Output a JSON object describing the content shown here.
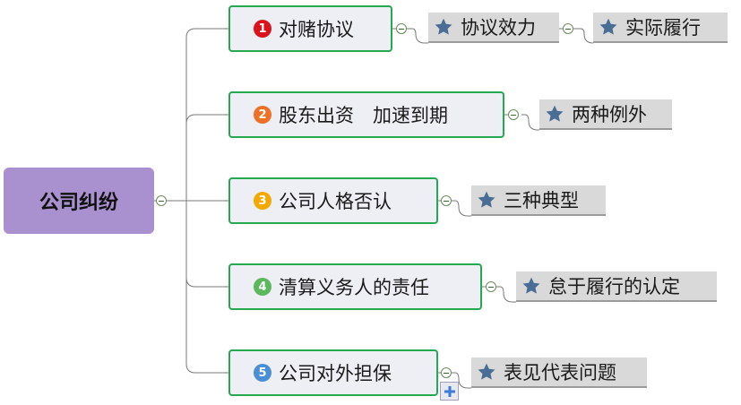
{
  "root": {
    "label": "公司纠纷"
  },
  "branches": [
    {
      "number": "1",
      "label": "对赌协议",
      "color": "#d9141e",
      "leaves": [
        "协议效力",
        "实际履行"
      ]
    },
    {
      "number": "2",
      "label": "股东出资　加速到期",
      "color": "#ee7125",
      "leaves": [
        "两种例外"
      ]
    },
    {
      "number": "3",
      "label": "公司人格否认",
      "color": "#f5a800",
      "leaves": [
        "三种典型"
      ]
    },
    {
      "number": "4",
      "label": "清算义务人的责任",
      "color": "#5cb85c",
      "leaves": [
        "怠于履行的认定"
      ]
    },
    {
      "number": "5",
      "label": "公司对外担保",
      "color": "#4a8fd6",
      "leaves": [
        "表见代表问题"
      ]
    }
  ],
  "colors": {
    "branch_border": "#25a950",
    "root_fill": "#a991cf",
    "star": "#4a6d96",
    "leaf_fill": "#d9d9d9"
  },
  "icons": {
    "leaf": "star-icon",
    "collapse": "collapse-toggle-icon",
    "expand": "plus-icon"
  }
}
